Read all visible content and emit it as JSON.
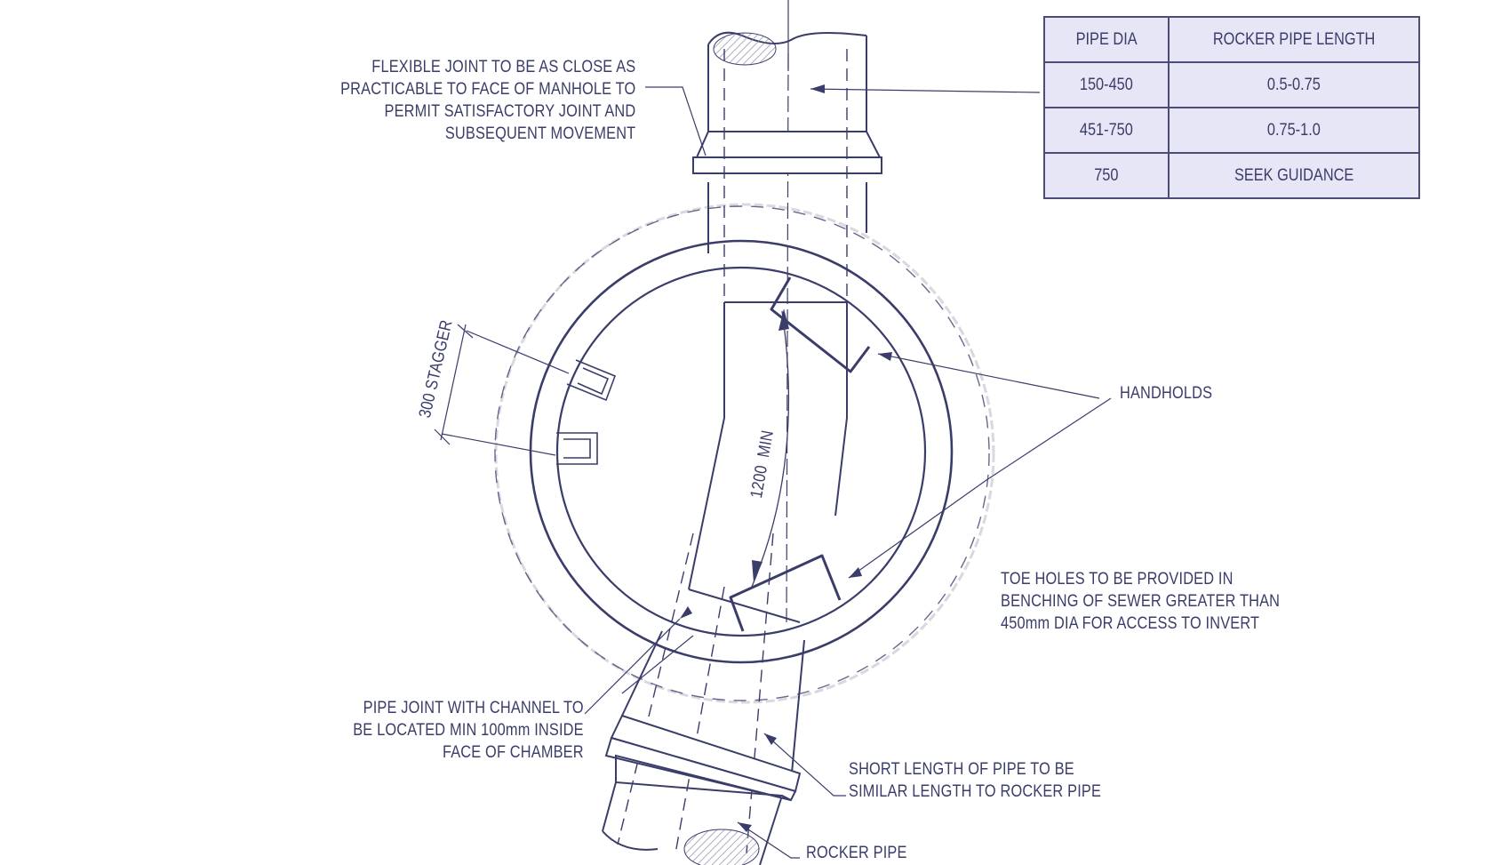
{
  "table": {
    "headers": [
      "PIPE DIA",
      "ROCKER PIPE LENGTH"
    ],
    "rows": [
      [
        "150-450",
        "0.5-0.75"
      ],
      [
        "451-750",
        "0.75-1.0"
      ],
      [
        "750",
        "SEEK GUIDANCE"
      ]
    ]
  },
  "labels": {
    "flexible_joint": [
      "FLEXIBLE JOINT TO BE AS CLOSE AS",
      "PRACTICABLE TO FACE OF MANHOLE TO",
      "PERMIT SATISFACTORY JOINT AND",
      "SUBSEQUENT MOVEMENT"
    ],
    "handholds": "HANDHOLDS",
    "toe_holes": [
      "TOE HOLES TO BE PROVIDED IN",
      "BENCHING OF SEWER GREATER THAN",
      "450mm DIA FOR ACCESS TO INVERT"
    ],
    "pipe_joint": [
      "PIPE JOINT WITH CHANNEL TO",
      "BE LOCATED MIN 100mm INSIDE",
      "FACE OF CHAMBER"
    ],
    "short_length": [
      "SHORT LENGTH OF PIPE TO BE",
      "SIMILAR LENGTH TO ROCKER PIPE"
    ],
    "rocker_pipe": "ROCKER PIPE",
    "stagger": "300 STAGGER",
    "dimension": "1200  MIN"
  },
  "colors": {
    "ink": "#3a3d6a",
    "table_fill": "#e6e6f6",
    "hatch": "#9a9ab0",
    "ghost": "#d6d6dc"
  }
}
